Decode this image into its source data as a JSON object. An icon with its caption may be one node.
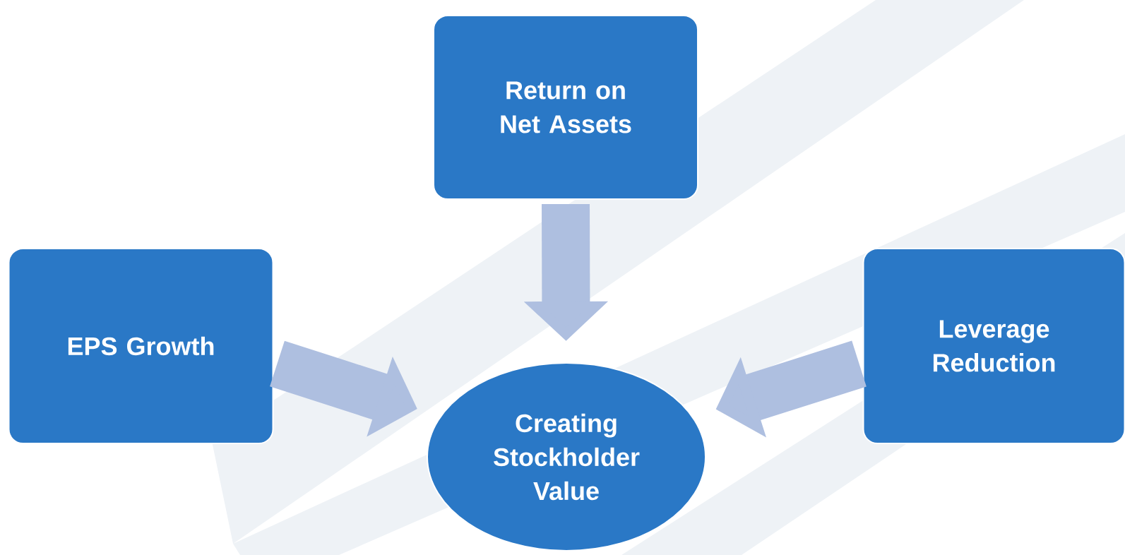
{
  "diagram": {
    "nodes": [
      {
        "text": [
          "Return on Net Assets"
        ]
      },
      {
        "text": [
          "EPS Growth"
        ]
      },
      {
        "text": [
          "Leverage Reduction"
        ]
      },
      {
        "text": [
          "Creating Stockholder Value"
        ]
      }
    ],
    "edges": [
      {
        "from": 0,
        "to": 3,
        "arrow": "to"
      },
      {
        "from": 1,
        "to": 3,
        "arrow": "to"
      },
      {
        "from": 2,
        "to": 3,
        "arrow": "to"
      }
    ]
  }
}
